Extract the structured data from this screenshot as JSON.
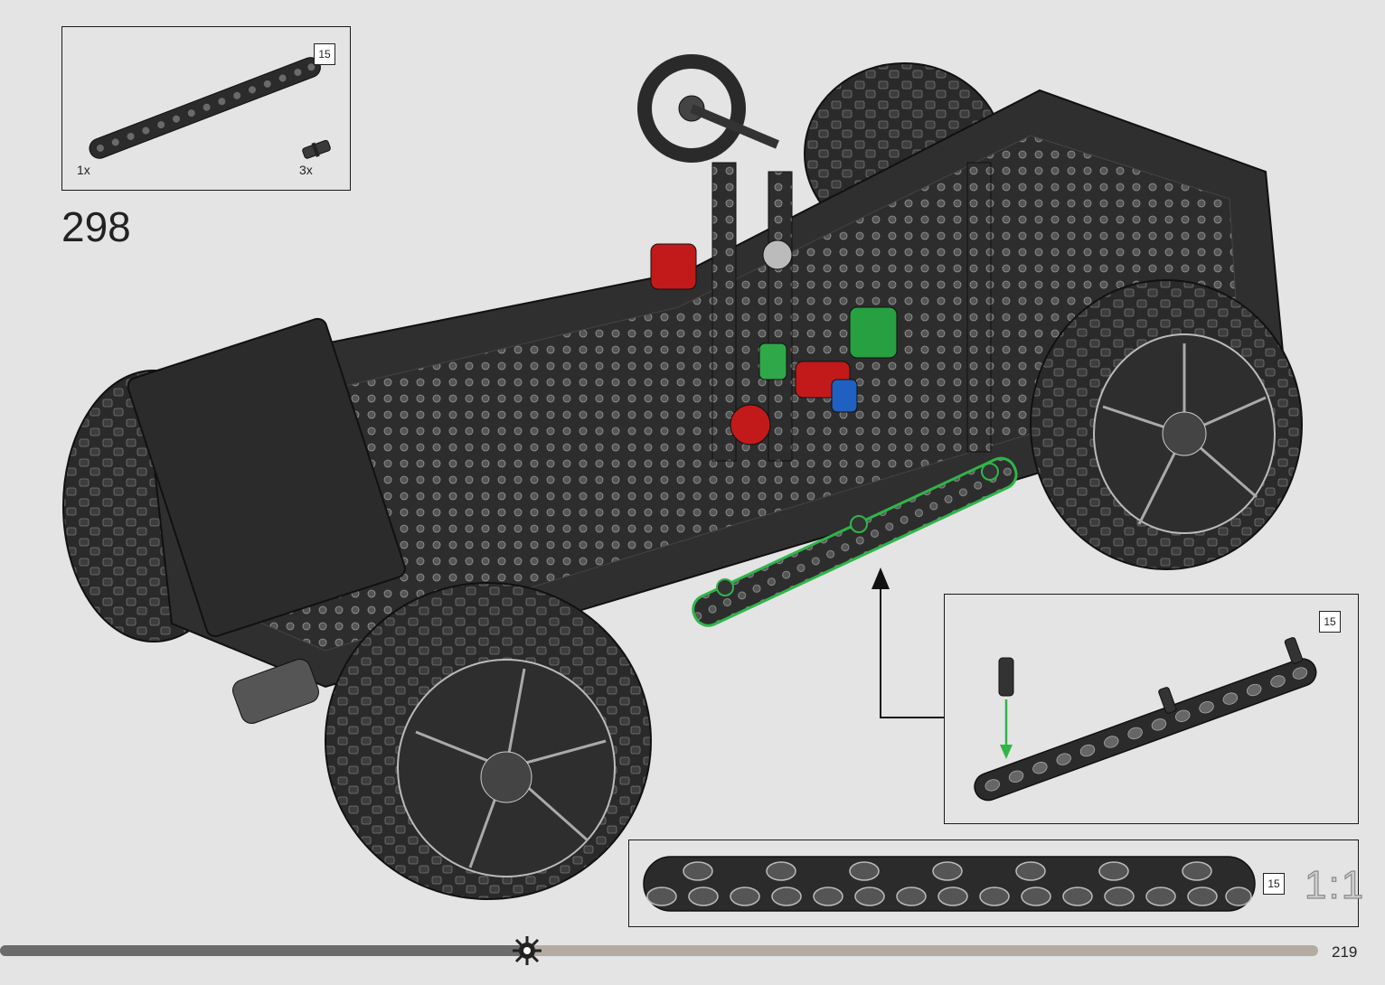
{
  "parts_box": {
    "beam_length_badge": "15",
    "beam_count": "1x",
    "pin_count": "3x"
  },
  "step_number": "298",
  "detail_box": {
    "beam_length_badge": "15"
  },
  "scale_box": {
    "beam_length_badge": "15",
    "scale_label": "1:1"
  },
  "page_number": "219",
  "progress": {
    "value": 0.4
  },
  "colors": {
    "background": "#e4e4e4",
    "highlight": "#2fb54a",
    "progress_done": "#6b6b6b",
    "progress_todo": "#b4aca3"
  }
}
